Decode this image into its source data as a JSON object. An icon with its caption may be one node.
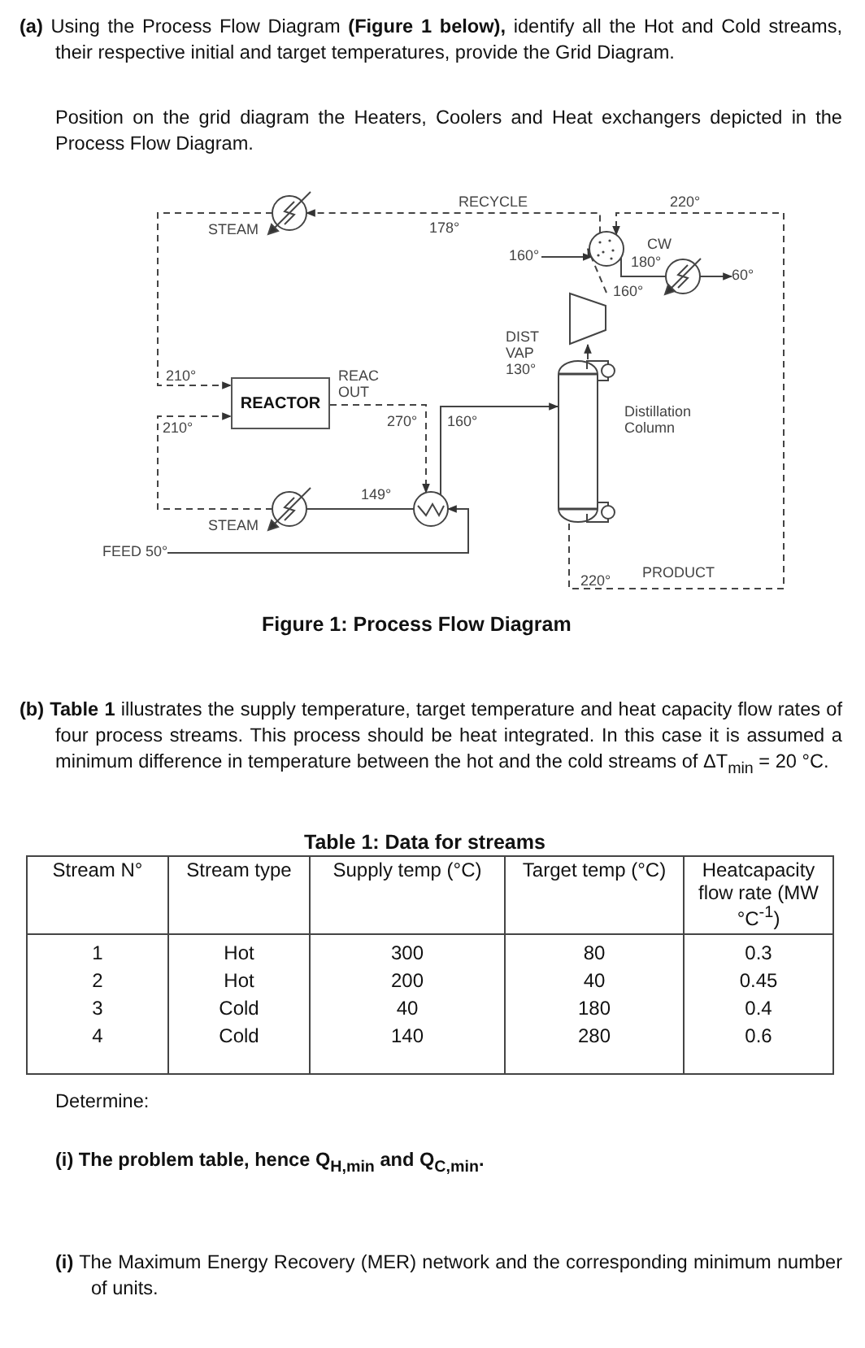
{
  "diagram": {
    "caption": "Figure 1: Process Flow Diagram",
    "nodes": [
      {
        "text": [
          "REACTOR"
        ]
      },
      {
        "text": [],
        "shape": "circle",
        "beside": [
          "STEAM"
        ]
      },
      {
        "text": [],
        "shape": "circle",
        "beside": [
          "STEAM"
        ]
      },
      {
        "text": [],
        "shape": "circle"
      },
      {
        "text": [],
        "shape": "cylinder",
        "beside": [
          "Distillation Column"
        ]
      },
      {
        "text": [],
        "shape": "trapezoid"
      },
      {
        "text": [],
        "shape": "circle"
      },
      {
        "text": [],
        "shape": "circle"
      },
      {
        "text": [
          "FEED 50°"
        ]
      },
      {
        "text": [
          "160°"
        ]
      },
      {
        "text": [
          "60°"
        ]
      }
    ],
    "edges": [
      {
        "from": 0,
        "to": 3,
        "arrow": "to",
        "style": "dashed"
      },
      {
        "from": 8,
        "to": 3,
        "arrow": "to"
      },
      {
        "from": 3,
        "to": 2,
        "arrow": "none"
      },
      {
        "from": 2,
        "to": 0,
        "arrow": "to",
        "style": "dashed"
      },
      {
        "from": 3,
        "to": 4,
        "arrow": "to"
      },
      {
        "from": 4,
        "to": 5,
        "arrow": "to"
      },
      {
        "from": 5,
        "to": 6,
        "arrow": "to",
        "style": "dashed"
      },
      {
        "from": 9,
        "to": 6,
        "arrow": "to"
      },
      {
        "from": 6,
        "to": 7,
        "arrow": "none"
      },
      {
        "from": 7,
        "to": 10,
        "arrow": "to"
      },
      {
        "from": 4,
        "to": 6,
        "arrow": "to",
        "style": "dashed"
      },
      {
        "from": 6,
        "to": 1,
        "arrow": "to",
        "style": "dashed"
      },
      {
        "from": 1,
        "to": 0,
        "arrow": "to",
        "style": "dashed"
      }
    ],
    "labels": [
      "**(a)** Using the Process Flow Diagram **(Figure 1 below),** identify all the Hot and Cold streams, their respective initial and target temperatures, provide the Grid Diagram.",
      "Position on the grid diagram the Heaters, Coolers and Heat exchangers depicted in the Process Flow Diagram.",
      "RECYCLE",
      "220°",
      "178°",
      "CW",
      "180°",
      "160°",
      "DIST VAP 130°",
      "210°",
      "REAC OUT",
      "270°",
      "160°",
      "210°",
      "149°",
      "PRODUCT",
      "220°",
      "**(b) Table 1** illustrates the supply temperature, target temperature and heat capacity flow rates of four process streams. This process should be heat integrated. In this case it is assumed a minimum difference in temperature between the hot and the cold streams of ΔT$_{min}$ = 20 °C.",
      "Table 1: Data for streams",
      "Stream N°",
      "Stream type",
      "Supply temp (°C)",
      "Target temp (°C)",
      "Heatcapacity flow rate (MW °C$^{-1}$)",
      "1",
      "Hot",
      "300",
      "80",
      "0.3",
      "2",
      "Hot",
      "200",
      "40",
      "0.45",
      "3",
      "Cold",
      "40",
      "180",
      "0.4",
      "4",
      "Cold",
      "140",
      "280",
      "0.6",
      "Determine:",
      "**(i)** The problem table, hence Q$_{H,min}$ and Q$_{C,min}$.",
      "**(i)** The Maximum Energy Recovery (MER) network and the corresponding minimum number of units."
    ]
  }
}
